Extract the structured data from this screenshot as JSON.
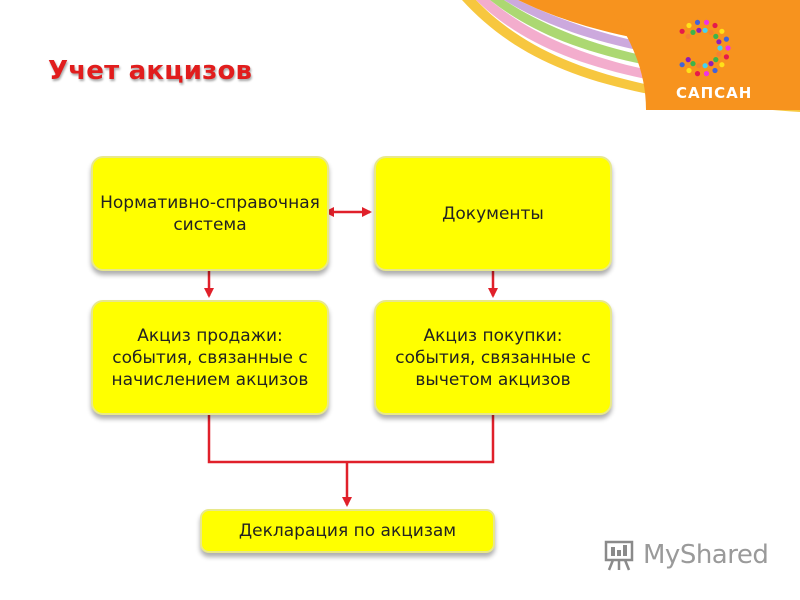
{
  "slide": {
    "title": "Учет акцизов"
  },
  "diagram": {
    "nodes": [
      {
        "id": "b1",
        "label": "Нормативно-справочная система"
      },
      {
        "id": "b2",
        "label": "Документы"
      },
      {
        "id": "b3",
        "label": "Акциз продажи: события, связанные с начислением акцизов"
      },
      {
        "id": "b4",
        "label": "Акциз покупки: события, связанные с вычетом акцизов"
      },
      {
        "id": "b5",
        "label": "Декларация по акцизам"
      }
    ],
    "edges": [
      {
        "from": "b1",
        "to": "b2",
        "type": "bidirectional"
      },
      {
        "from": "b1",
        "to": "b3",
        "type": "arrow"
      },
      {
        "from": "b2",
        "to": "b4",
        "type": "arrow"
      },
      {
        "from": "b3",
        "to": "b5",
        "type": "merge-arrow"
      },
      {
        "from": "b4",
        "to": "b5",
        "type": "merge-arrow"
      }
    ],
    "colors": {
      "box_fill": "#ffff00",
      "connector": "#e0202a",
      "title": "#e11d1d"
    }
  },
  "branding": {
    "logo_text": "САПСАН",
    "watermark_text": "MyShared",
    "logo_colors": {
      "band_orange": "#f7931e",
      "stripes": [
        "#f6c12a",
        "#f2a4c8",
        "#a8d66a",
        "#c7a0d9",
        "#f7931e",
        "#ffffff"
      ]
    }
  }
}
